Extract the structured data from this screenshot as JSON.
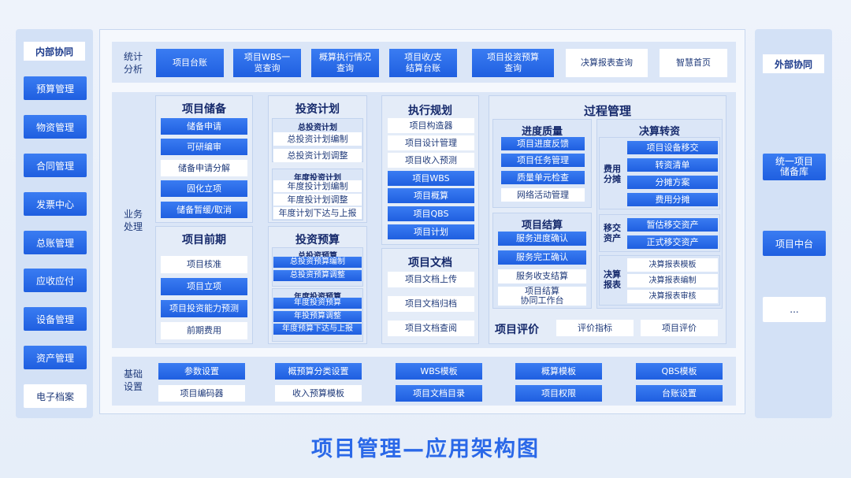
{
  "left_panel": {
    "title": "内部协同",
    "items": [
      "预算管理",
      "物资管理",
      "合同管理",
      "发票中心",
      "总账管理",
      "应收应付",
      "设备管理",
      "资产管理",
      "电子档案"
    ]
  },
  "right_panel": {
    "title": "外部协同",
    "items": [
      "统一项目\n储备库",
      "项目中台",
      "..."
    ]
  },
  "stats": {
    "label": "统计\n分析",
    "items": [
      "项目台账",
      "项目WBS一\n览查询",
      "概算执行情况\n查询",
      "项目收/支\n结算台账",
      "项目投资预算\n查询",
      "决算报表查询",
      "智慧首页"
    ]
  },
  "business": {
    "label": "业务\n处理",
    "reserve": {
      "title": "项目储备",
      "items": [
        "储备申请",
        "可研编审",
        "储备申请分解",
        "固化立项",
        "储备暂缓/取消"
      ]
    },
    "early": {
      "title": "项目前期",
      "items": [
        "项目核准",
        "项目立项",
        "项目投资能力预测",
        "前期费用"
      ]
    },
    "invest_plan": {
      "title": "投资计划",
      "total_title": "总投资计划",
      "total_items": [
        "总投资计划编制",
        "总投资计划调整"
      ],
      "annual_title": "年度投资计划",
      "annual_items": [
        "年度投计划编制",
        "年度投计划调整",
        "年度计划下达与上报"
      ]
    },
    "invest_budget": {
      "title": "投资预算",
      "total_title": "总投资预算",
      "total_items": [
        "总投资预算编制",
        "总投资预算调整"
      ],
      "annual_title": "年度投资预算",
      "annual_items": [
        "年度投资预算",
        "年投预算调整",
        "年度预算下达与上报"
      ]
    },
    "exec_plan": {
      "title": "执行规划",
      "items": [
        "项目构造器",
        "项目设计管理",
        "项目收入预测",
        "项目WBS",
        "项目概算",
        "项目QBS",
        "项目计划"
      ]
    },
    "docs": {
      "title": "项目文档",
      "items": [
        "项目文档上传",
        "项目文档归档",
        "项目文档查阅"
      ]
    },
    "process": {
      "title": "过程管理",
      "progress": {
        "title": "进度质量",
        "items": [
          "项目进度反馈",
          "项目任务管理",
          "质量单元检查",
          "网络活动管理"
        ]
      },
      "settle": {
        "title": "项目结算",
        "items": [
          "服务进度确认",
          "服务完工确认",
          "服务收支结算",
          "项目结算\n协同工作台"
        ]
      },
      "transfer": {
        "title": "决算转资",
        "fee_label": "费用\n分摊",
        "fee_items": [
          "项目设备移交",
          "转资清单",
          "分摊方案",
          "费用分摊"
        ],
        "asset_label": "移交\n资产",
        "asset_items": [
          "暂估移交资产",
          "正式移交资产"
        ],
        "report_label": "决算\n报表",
        "report_items": [
          "决算报表模板",
          "决算报表编制",
          "决算报表审核"
        ]
      },
      "eval": {
        "title": "项目评价",
        "items": [
          "评价指标",
          "项目评价"
        ]
      }
    }
  },
  "base": {
    "label": "基础\n设置",
    "items": [
      "参数设置",
      "概预算分类设置",
      "WBS模板",
      "概算模板",
      "QBS模板",
      "项目编码器",
      "收入预算模板",
      "项目文档目录",
      "项目权限",
      "台账设置"
    ]
  },
  "footer_title": "项目管理—应用架构图",
  "colors": {
    "accent": "#1f5fe0",
    "panel": "#d3e1f6",
    "title": "#15296b"
  }
}
